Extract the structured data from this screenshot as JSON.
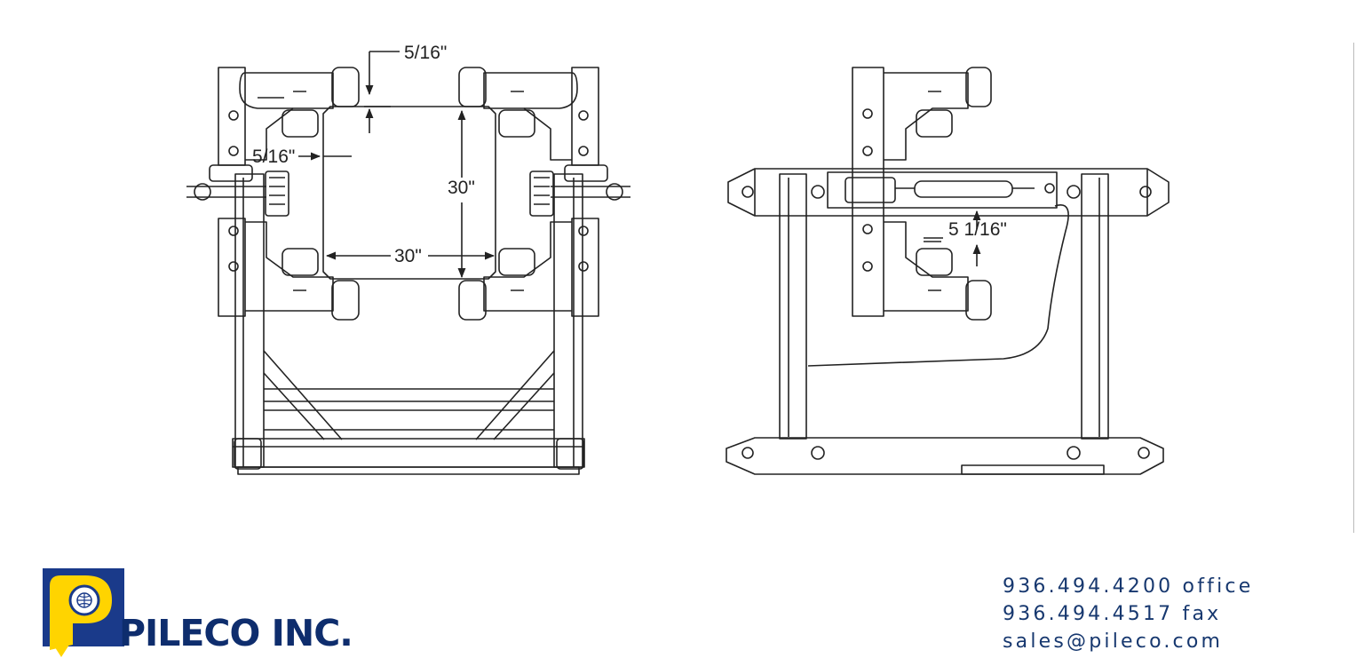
{
  "dimensions": {
    "gap_top": "5/16\"",
    "gap_side": "5/16\"",
    "height": "30\"",
    "width": "30\"",
    "offset": "5 1/16\""
  },
  "logo": {
    "company": "PILECO INC.",
    "colors": {
      "blue": "#1a3a8a",
      "yellow": "#ffd400",
      "navy": "#0e2d6d"
    }
  },
  "contact": {
    "office": "936.494.4200 office",
    "fax": "936.494.4517 fax",
    "email": "sales@pileco.com"
  }
}
